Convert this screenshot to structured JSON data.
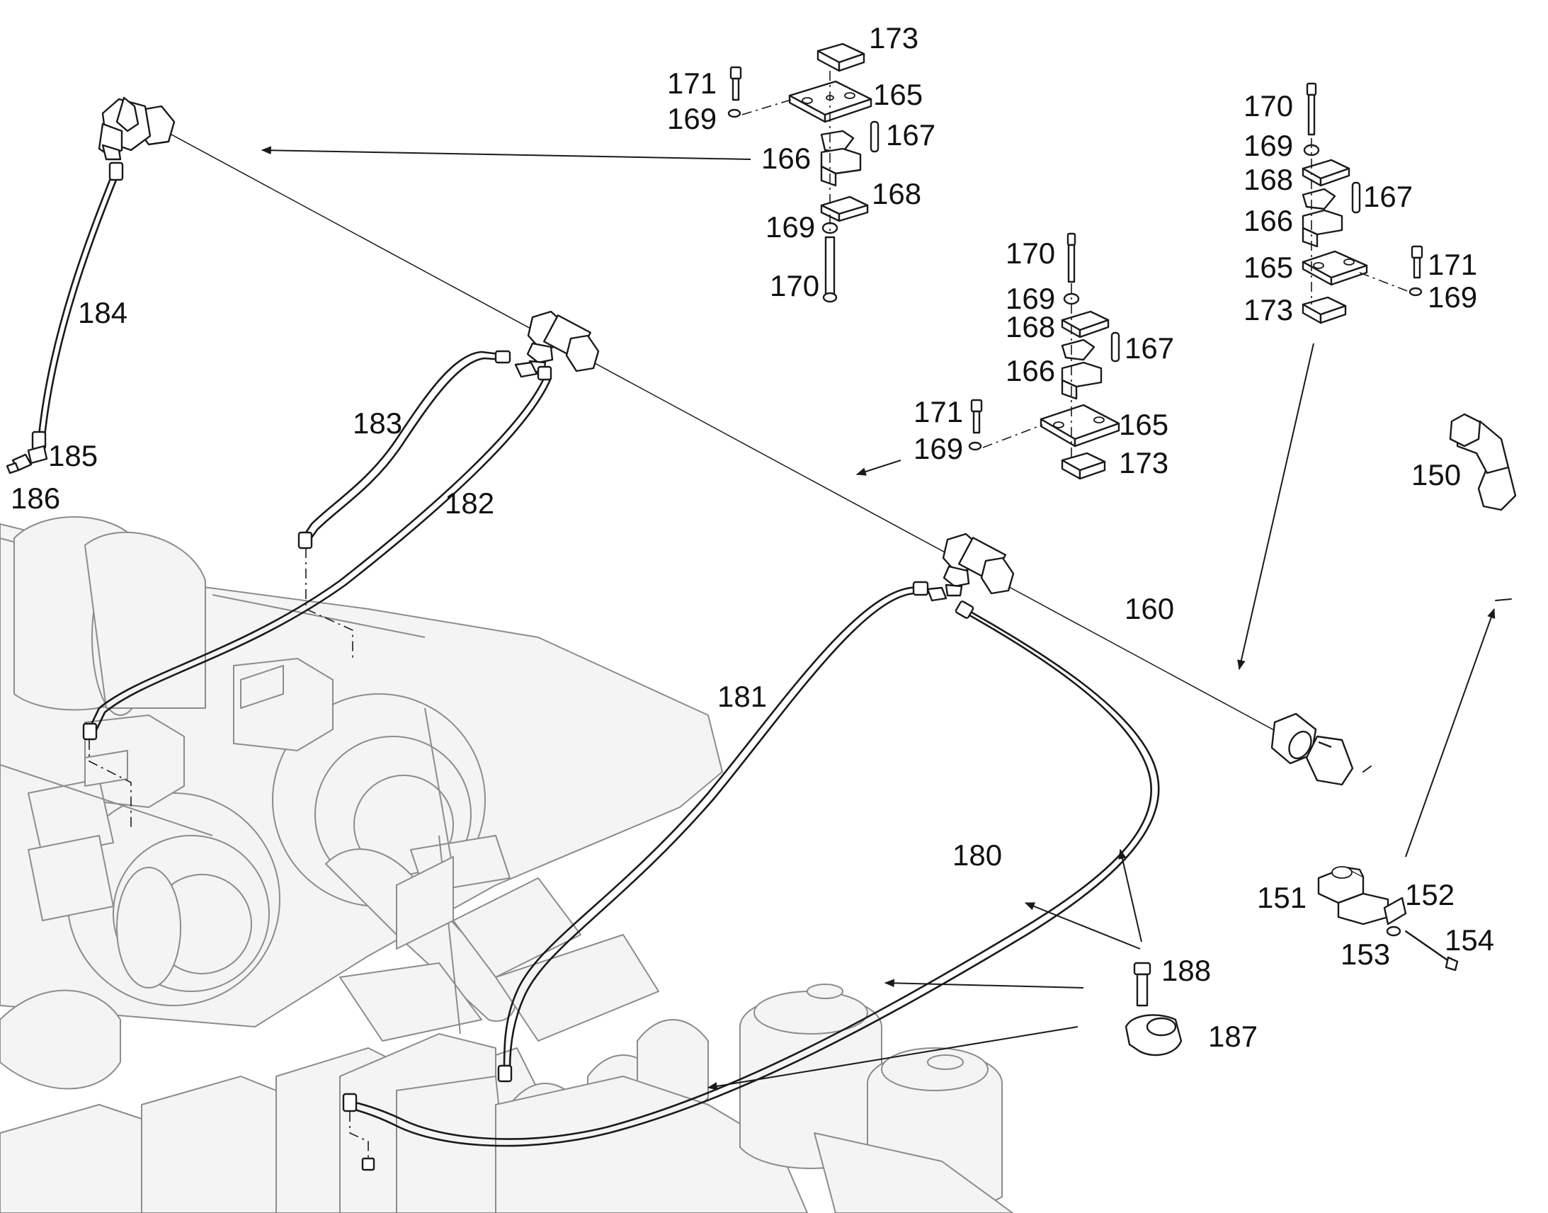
{
  "callouts": {
    "c150": "150",
    "c151": "151",
    "c152": "152",
    "c153": "153",
    "c154": "154",
    "c160": "160",
    "cA165": "165",
    "cA166": "166",
    "cA167": "167",
    "cA168": "168",
    "cA169a": "169",
    "cA169b": "169",
    "cA170": "170",
    "cA171": "171",
    "cA173": "173",
    "cB165": "165",
    "cB166": "166",
    "cB167": "167",
    "cB168": "168",
    "cB169a": "169",
    "cB169b": "169",
    "cB170": "170",
    "cB171": "171",
    "cB173": "173",
    "cC165": "165",
    "cC166": "166",
    "cC167": "167",
    "cC168": "168",
    "cC169a": "169",
    "cC169b": "169",
    "cC170": "170",
    "cC171": "171",
    "cC173": "173",
    "c180": "180",
    "c181": "181",
    "c182": "182",
    "c183": "183",
    "c184": "184",
    "c185": "185",
    "c186": "186",
    "c187": "187",
    "c188": "188"
  }
}
